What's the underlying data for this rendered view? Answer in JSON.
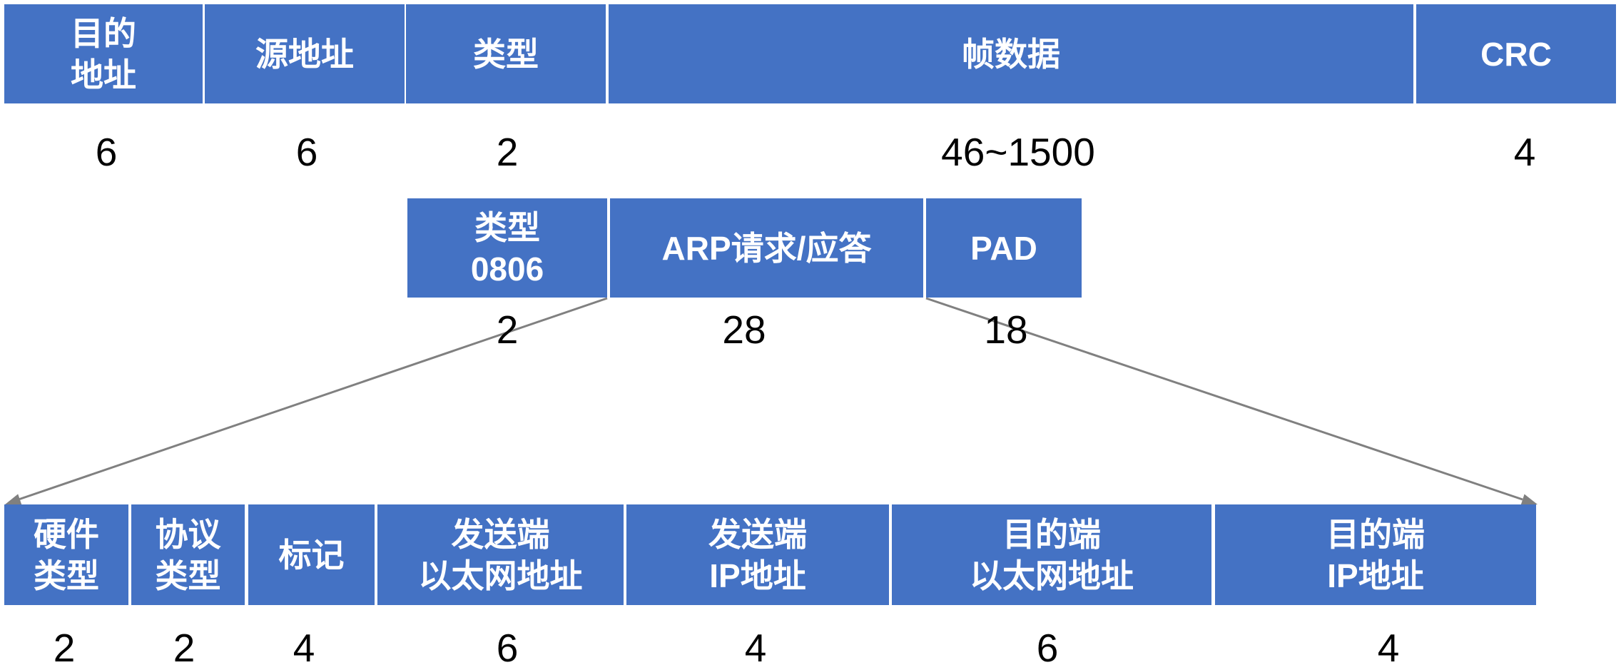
{
  "ethernet_frame": {
    "fields": [
      {
        "lines": [
          "目的",
          "地址"
        ],
        "size": "6"
      },
      {
        "lines": [
          "源地址"
        ],
        "size": "6"
      },
      {
        "lines": [
          "类型"
        ],
        "size": "2"
      },
      {
        "lines": [
          "帧数据"
        ],
        "size": "46~1500"
      },
      {
        "lines": [
          "CRC"
        ],
        "size": "4"
      }
    ]
  },
  "frame_data": {
    "fields": [
      {
        "lines": [
          "类型",
          "0806"
        ],
        "size": "2"
      },
      {
        "lines": [
          "ARP请求/应答"
        ],
        "size": "28"
      },
      {
        "lines": [
          "PAD"
        ],
        "size": "18"
      }
    ]
  },
  "arp_packet": {
    "fields": [
      {
        "lines": [
          "硬件",
          "类型"
        ],
        "size": "2"
      },
      {
        "lines": [
          "协议",
          "类型"
        ],
        "size": "2"
      },
      {
        "lines": [
          "标记"
        ],
        "size": "4"
      },
      {
        "lines": [
          "发送端",
          "以太网地址"
        ],
        "size": "6"
      },
      {
        "lines": [
          "发送端",
          "IP地址"
        ],
        "size": "4"
      },
      {
        "lines": [
          "目的端",
          "以太网地址"
        ],
        "size": "6"
      },
      {
        "lines": [
          "目的端",
          "IP地址"
        ],
        "size": "4"
      }
    ]
  },
  "colors": {
    "box_fill": "#4472C4",
    "box_text": "#FFFFFF",
    "number_text": "#000000",
    "connector": "#808080"
  }
}
